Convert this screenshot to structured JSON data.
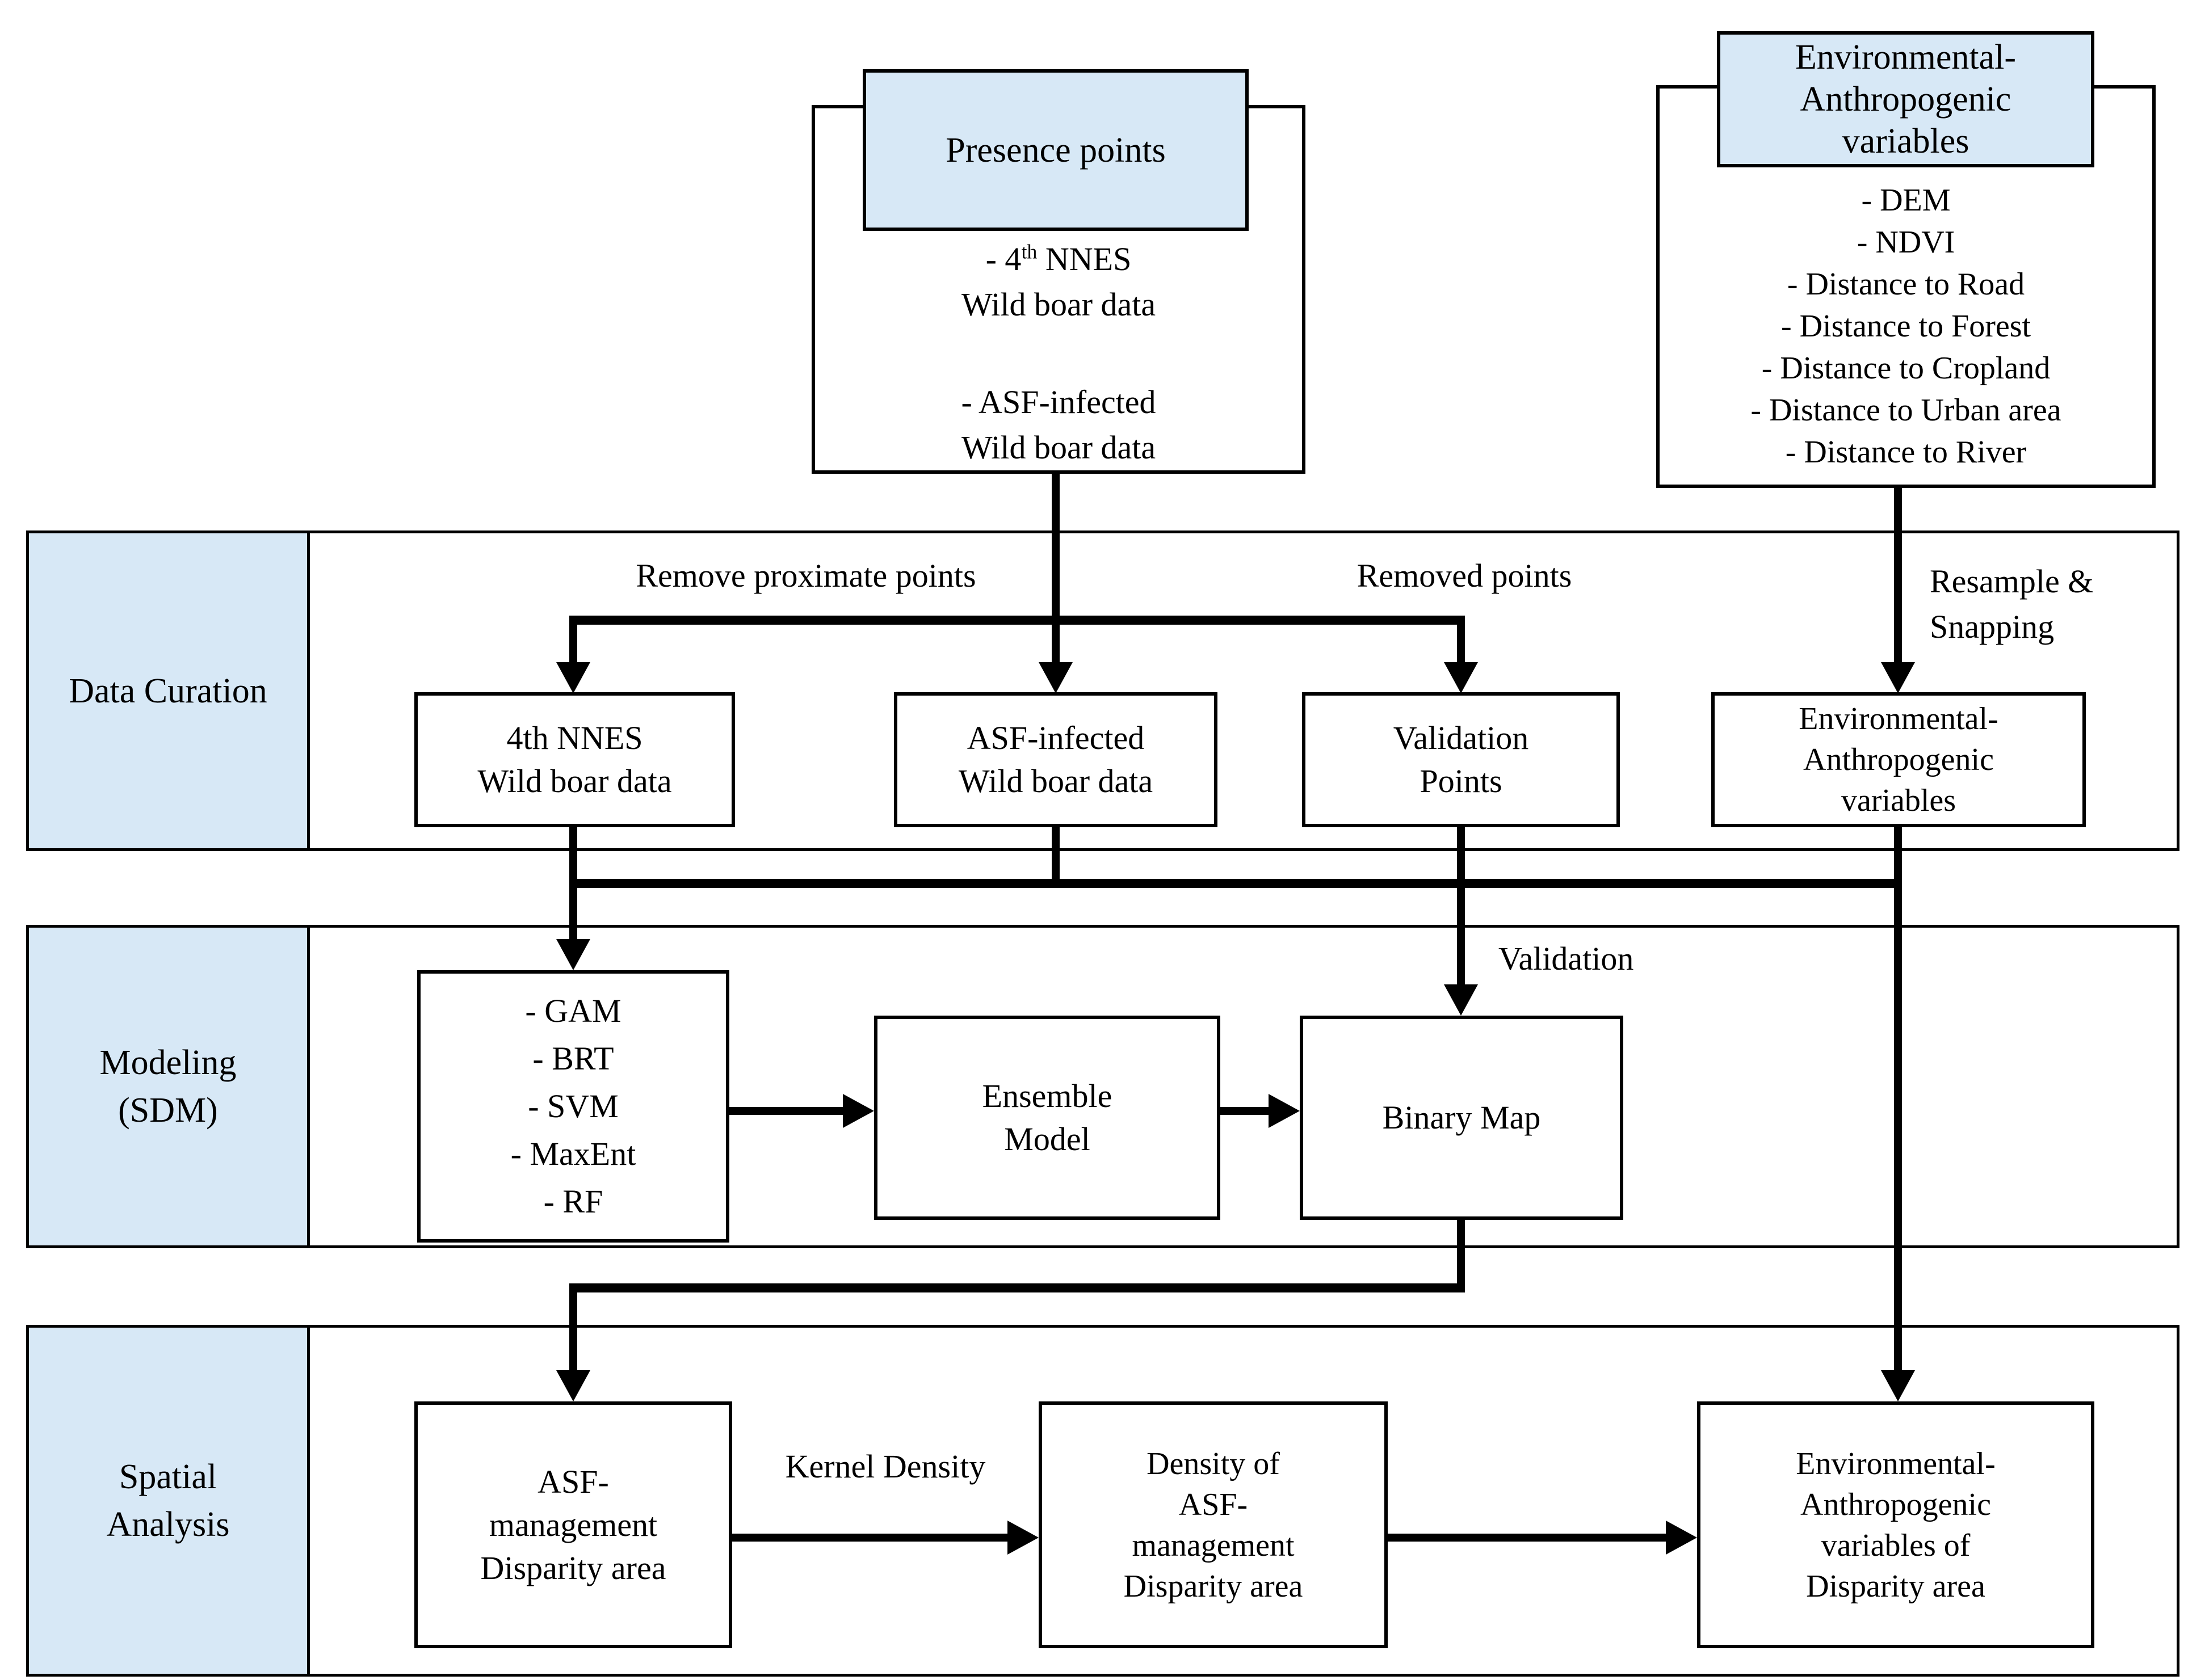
{
  "colors": {
    "band_label_fill": "#d7e8f6",
    "line_black": "#000000",
    "box_fill": "#ffffff"
  },
  "presence": {
    "header": "Presence points",
    "item1_prefix": "- 4",
    "item1_sup": "th",
    "item1_rest": " NNES",
    "item1_l2": "Wild boar data",
    "item2_l1": "- ASF-infected",
    "item2_l2": "Wild boar data"
  },
  "env_source": {
    "header_l1": "Environmental-",
    "header_l2": "Anthropogenic",
    "header_l3": "variables",
    "items": [
      "- DEM",
      "- NDVI",
      "- Distance to Road",
      "- Distance to Forest",
      "- Distance to Cropland",
      "- Distance to Urban area",
      "- Distance to River"
    ]
  },
  "curation": {
    "band_label": "Data Curation",
    "label_remove": "Remove proximate points",
    "label_removed": "Removed points",
    "label_resample_l1": "Resample &",
    "label_resample_l2": "Snapping",
    "box1_l1": "4th NNES",
    "box1_l2": "Wild boar data",
    "box2_l1": "ASF-infected",
    "box2_l2": "Wild boar data",
    "box3_l1": "Validation",
    "box3_l2": "Points",
    "box4_l1": "Environmental-",
    "box4_l2": "Anthropogenic",
    "box4_l3": "variables"
  },
  "modeling": {
    "band_label_l1": "Modeling",
    "band_label_l2": "(SDM)",
    "sdm_items": [
      "- GAM",
      "- BRT",
      "- SVM",
      "- MaxEnt",
      "- RF"
    ],
    "ensemble_l1": "Ensemble",
    "ensemble_l2": "Model",
    "binary_map": "Binary Map",
    "label_validation": "Validation"
  },
  "spatial": {
    "band_label_l1": "Spatial",
    "band_label_l2": "Analysis",
    "label_kernel": "Kernel Density",
    "box1_l1": "ASF-",
    "box1_l2": "management",
    "box1_l3": "Disparity area",
    "box2_l1": "Density of",
    "box2_l2": "ASF-",
    "box2_l3": "management",
    "box2_l4": "Disparity area",
    "box3_l1": "Environmental-",
    "box3_l2": "Anthropogenic",
    "box3_l3": "variables of",
    "box3_l4": "Disparity area"
  }
}
